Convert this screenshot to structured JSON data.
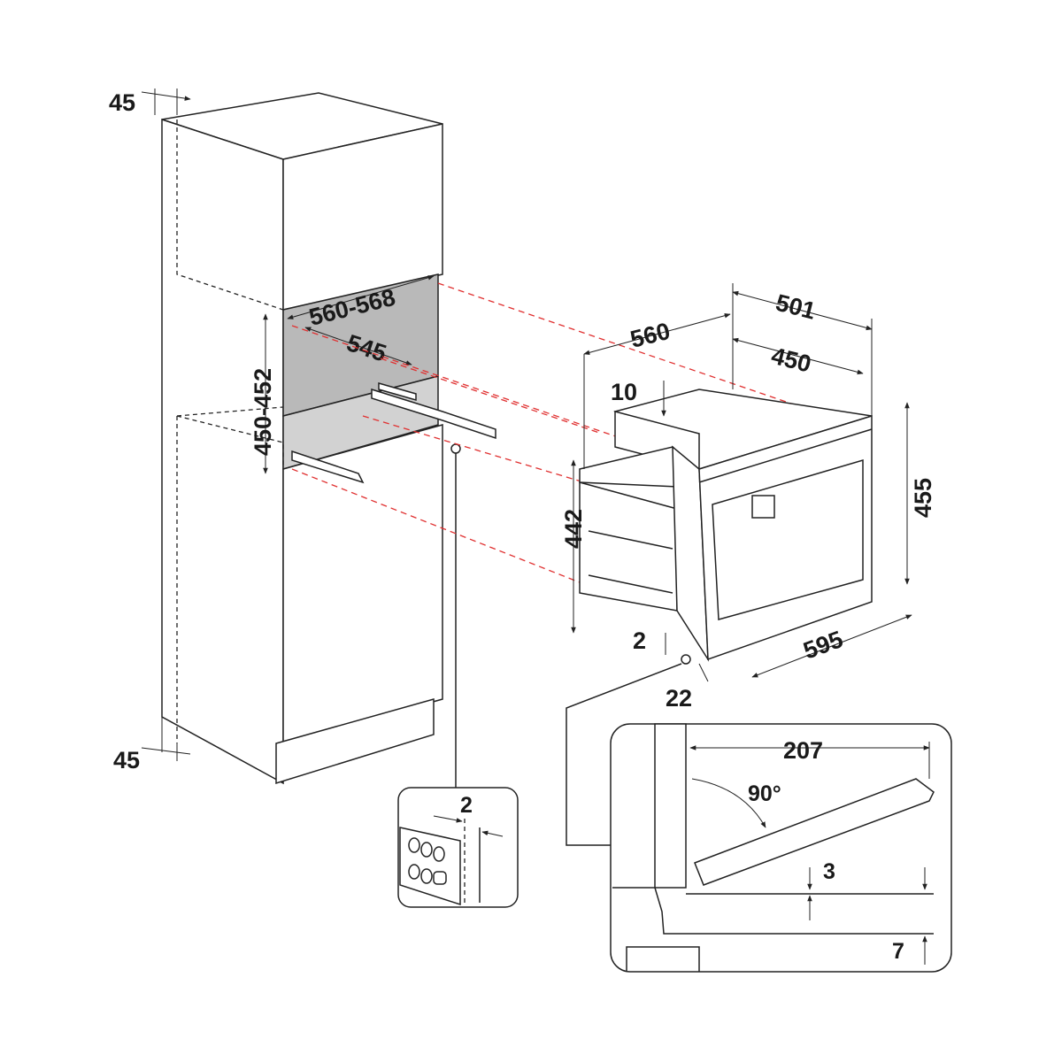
{
  "title": "Built-in coffee machine installation diagram",
  "cabinet": {
    "dim_top_side": "45",
    "dim_bottom_side": "45",
    "niche_width": "560-568",
    "niche_depth": "545",
    "niche_height": "450-452"
  },
  "appliance": {
    "width_body": "560",
    "depth_total": "501",
    "depth_body": "450",
    "top_offset": "10",
    "height_body": "442",
    "height_front": "455",
    "bottom_offset": "2",
    "front_width": "595",
    "front_thickness": "22"
  },
  "detail_rail": {
    "gap": "2"
  },
  "detail_door": {
    "door_length": "207",
    "angle": "90°",
    "gap_3": "3",
    "gap_7": "7"
  },
  "colors": {
    "niche": "#b9b9b9",
    "guide": "#e03030",
    "outline": "#222222"
  }
}
